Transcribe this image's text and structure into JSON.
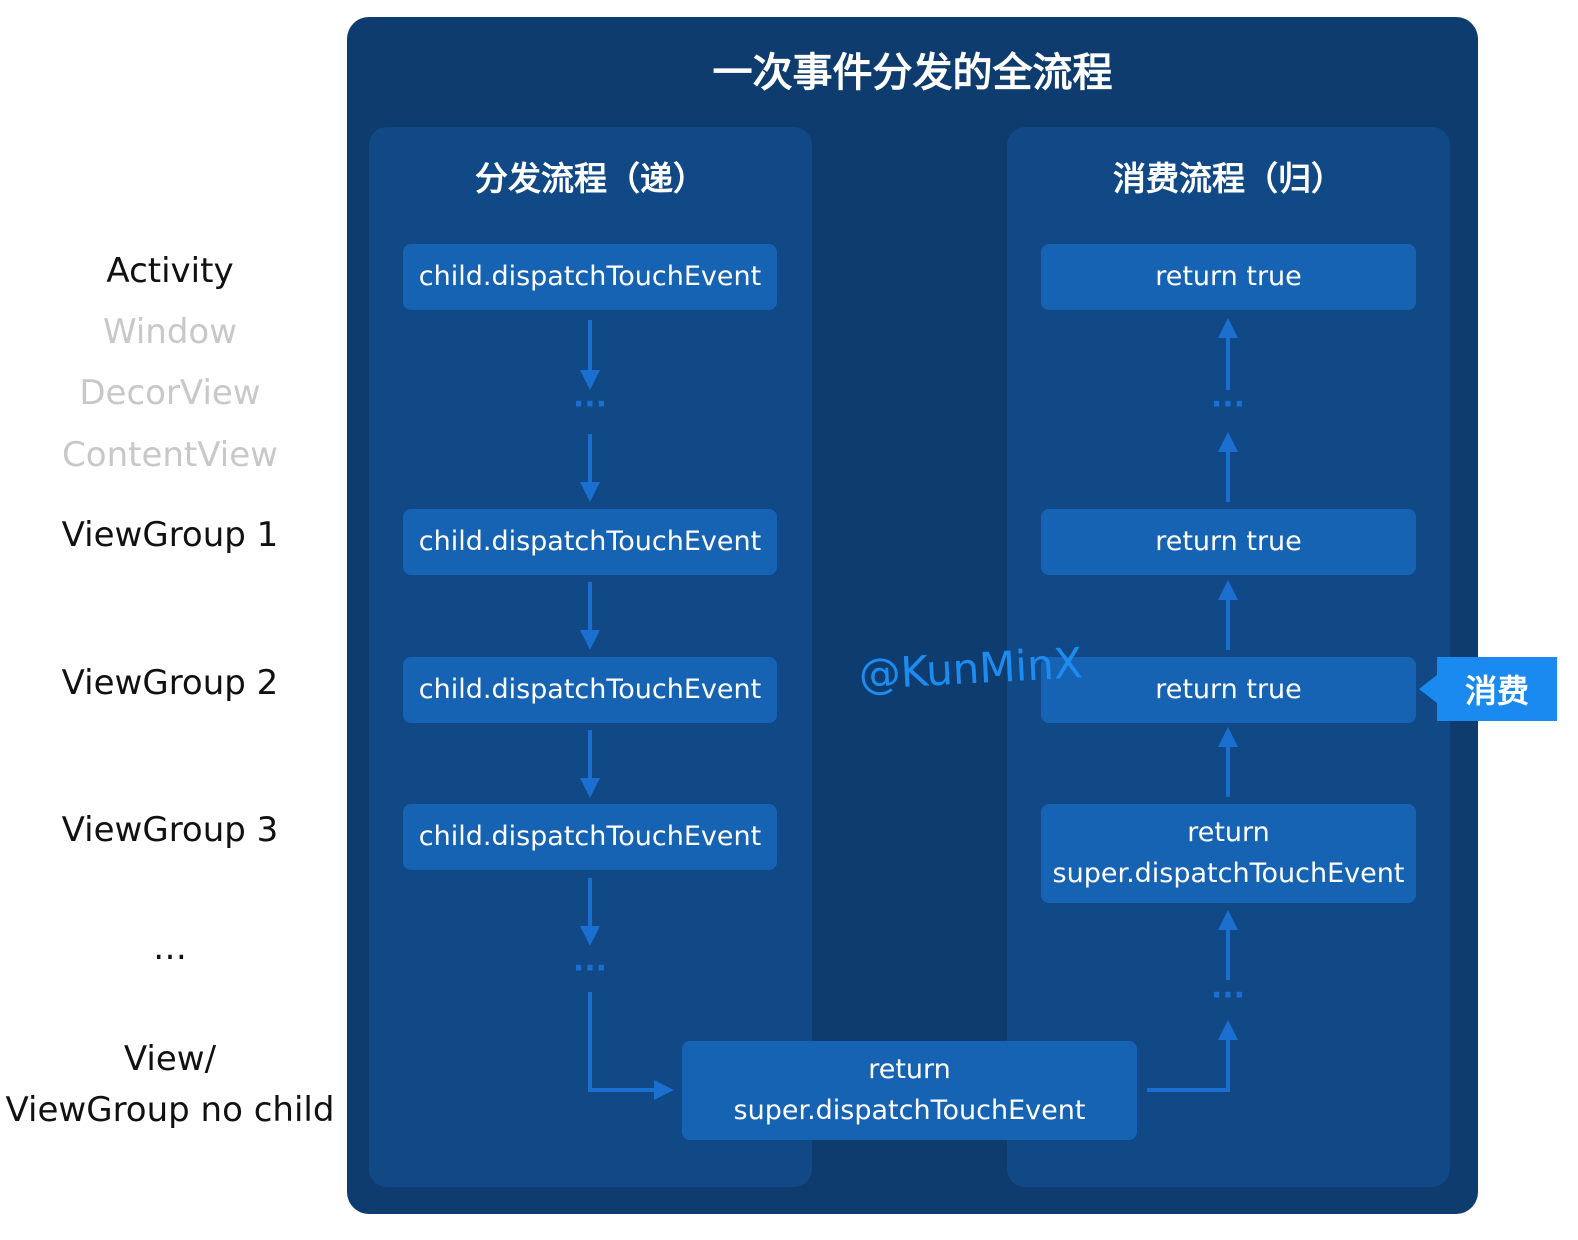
{
  "title": "一次事件分发的全流程",
  "left_labels": {
    "activity": "Activity",
    "window": "Window",
    "decor_view": "DecorView",
    "content_view": "ContentView",
    "viewgroup1": "ViewGroup 1",
    "viewgroup2": "ViewGroup 2",
    "viewgroup3": "ViewGroup 3",
    "ellipsis": "…",
    "view_line1": "View/",
    "view_line2": "ViewGroup no child"
  },
  "dispatch": {
    "title": "分发流程（递）",
    "boxes": [
      "child.dispatchTouchEvent",
      "child.dispatchTouchEvent",
      "child.dispatchTouchEvent",
      "child.dispatchTouchEvent"
    ],
    "dots": [
      "···",
      "···"
    ]
  },
  "consume": {
    "title": "消费流程（归）",
    "boxes": [
      "return true",
      "return true",
      "return true"
    ],
    "box4_line1": "return",
    "box4_line2": "super.dispatchTouchEvent",
    "dots": [
      "···",
      "···"
    ]
  },
  "bottom_box": {
    "line1": "return",
    "line2": "super.dispatchTouchEvent"
  },
  "badge": "消费",
  "watermark": "@KunMinX",
  "colors": {
    "panel": "#0e3c6e",
    "column": "#114886",
    "box": "#1763b3",
    "arrow": "#1a6fd0",
    "badge": "#1b8af0"
  }
}
